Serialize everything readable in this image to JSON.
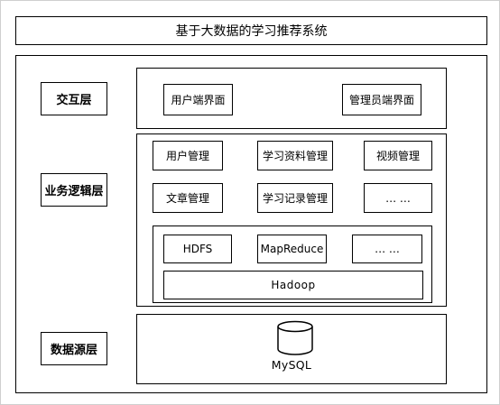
{
  "title": "基于大数据的学习推荐系统",
  "layers": {
    "interaction": "交互层",
    "business": "业务逻辑层",
    "data": "数据源层"
  },
  "interaction_items": {
    "user_ui": "用户端界面",
    "admin_ui": "管理员端界面"
  },
  "business_items": {
    "user_mgmt": "用户管理",
    "material_mgmt": "学习资料管理",
    "video_mgmt": "视频管理",
    "article_mgmt": "文章管理",
    "record_mgmt": "学习记录管理",
    "more1": "… …"
  },
  "hadoop": {
    "hdfs": "HDFS",
    "mapreduce": "MapReduce",
    "more": "… …",
    "base": "Hadoop"
  },
  "database": {
    "icon": "database-cylinder-icon",
    "label": "MySQL"
  }
}
